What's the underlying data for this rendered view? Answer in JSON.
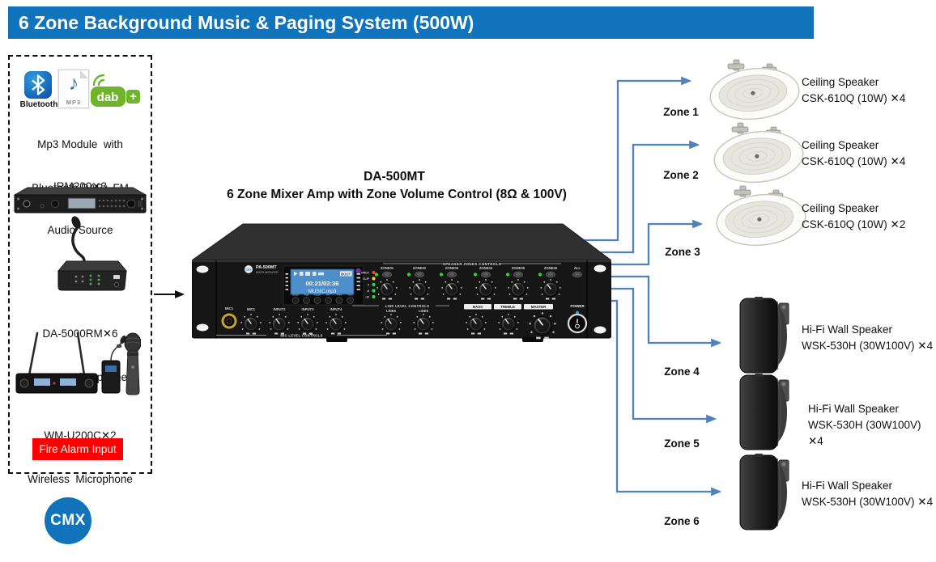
{
  "header": {
    "title": "6 Zone Background Music & Paging System (500W)"
  },
  "left_panel": {
    "bluetooth_label": "Bluetooth",
    "mp3_label": "MP3",
    "dab_label": "dab",
    "dab_plus": "+",
    "module_line1": "Mp3 Module  with",
    "module_line2": "Bluetooth DAB+ FM",
    "source_line1": "IRM200✕3",
    "source_line2": "Audio Source",
    "paging_line1": "DA-5000RM✕6",
    "paging_line2": "6 Zone Microphone",
    "wireless_line1": "WM-U200C✕2",
    "wireless_line2": "Wireless  Microphone",
    "fire_alarm_label": "Fire Alarm Input"
  },
  "amplifier": {
    "title": "DA-500MT",
    "subtitle": "6 Zone  Mixer Amp with Zone Volume Control (8Ω & 100V)",
    "logo": "CMX",
    "model": "PA-500MT",
    "model_sub": "MIXER AMPLIFIER",
    "lcd_status": "BOOT",
    "lcd_time": "00:21/03:36",
    "lcd_track": "MUSIC.mp3",
    "buttons": [
      "Mode",
      "Play",
      "Folder",
      "INT",
      "Prev",
      "Next"
    ],
    "leds": [
      "PROT",
      "CLIP",
      "0",
      "-6",
      "-12"
    ],
    "zones_header": "SPEAKER ZONES CONTROLS",
    "zone_knobs": [
      "ZONE01",
      "ZONE02",
      "ZONE03",
      "ZONE04",
      "ZONE05",
      "ZONE06"
    ],
    "all_label": "ALL",
    "power_label": "POWER",
    "mic_jack": "MIC1",
    "mic_knobs": [
      "MIC1",
      "INPUT2",
      "INPUT3",
      "INPUT4"
    ],
    "mic_header": "MIC LEVEL CONTROLS",
    "line_header": "LINE LEVEL CONTROLS",
    "line_knobs": [
      "LINE5",
      "LINE6"
    ],
    "tone_knobs": [
      "BASS",
      "TREBLE",
      "MASTER"
    ]
  },
  "zones": [
    {
      "label": "Zone 1",
      "speaker_type": "ceiling",
      "speaker_line1": "Ceiling Speaker",
      "speaker_line2": "CSK-610Q (10W) ✕4"
    },
    {
      "label": "Zone 2",
      "speaker_type": "ceiling",
      "speaker_line1": "Ceiling Speaker",
      "speaker_line2": "CSK-610Q (10W) ✕4"
    },
    {
      "label": "Zone 3",
      "speaker_type": "ceiling",
      "speaker_line1": "Ceiling Speaker",
      "speaker_line2": "CSK-610Q (10W) ✕2"
    },
    {
      "label": "Zone 4",
      "speaker_type": "wall",
      "speaker_line1": "Hi-Fi Wall Speaker",
      "speaker_line2": "WSK-530H (30W100V) ✕4"
    },
    {
      "label": "Zone 5",
      "speaker_type": "wall",
      "speaker_line1": "Hi-Fi Wall Speaker",
      "speaker_line2": "WSK-530H (30W100V) ✕4"
    },
    {
      "label": "Zone 6",
      "speaker_type": "wall",
      "speaker_line1": "Hi-Fi Wall Speaker",
      "speaker_line2": "WSK-530H (30W100V) ✕4"
    }
  ],
  "footer": {
    "logo": "CMX"
  },
  "colors": {
    "header_blue": "#1173bc",
    "connector_blue": "#4f81bd",
    "alarm_red": "#fe0000",
    "dab_green": "#6eb52b",
    "bluetooth_blue": "#1565c0",
    "lcd_blue": "#4d8ecb",
    "led_green": "#39d353",
    "led_red": "#ff3b30",
    "led_yellow": "#ffd60a",
    "power_led_blue": "#27a3e0"
  }
}
